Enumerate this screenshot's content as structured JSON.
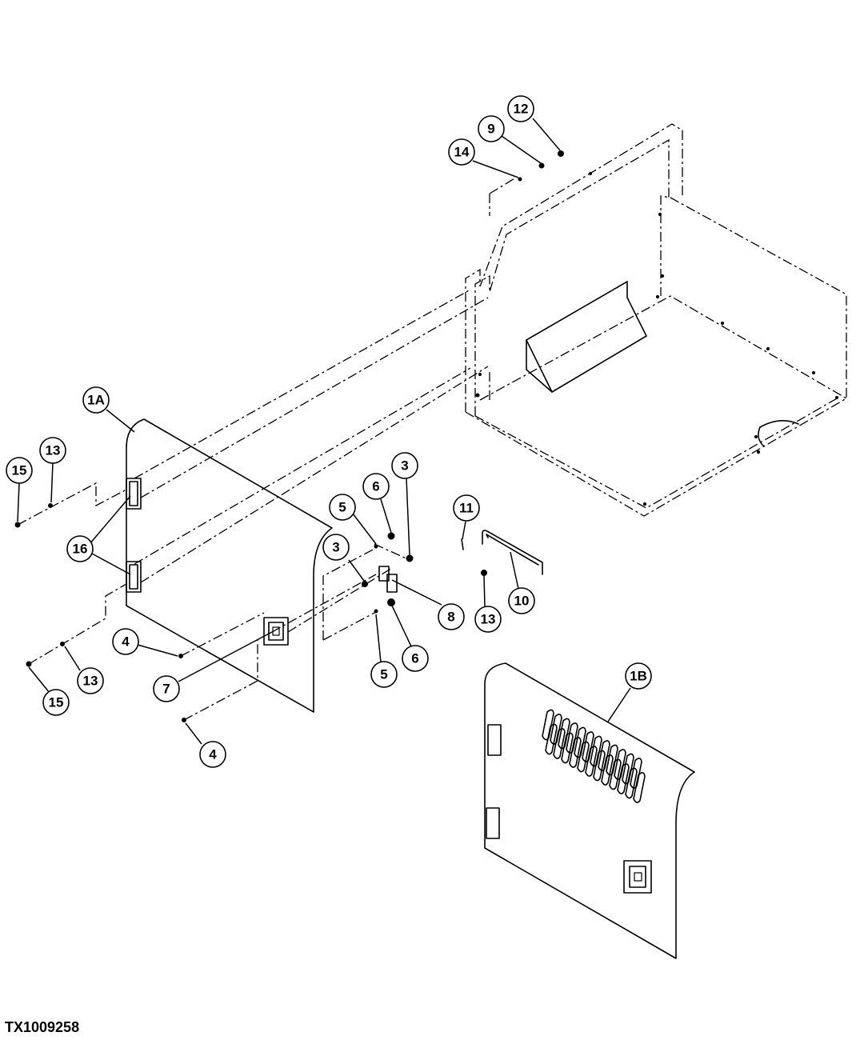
{
  "figure_id": "TX1009258",
  "callouts": [
    "1A",
    "1B",
    "3",
    "3",
    "4",
    "4",
    "5",
    "5",
    "6",
    "6",
    "7",
    "8",
    "9",
    "10",
    "11",
    "12",
    "13",
    "13",
    "13",
    "14",
    "15",
    "15",
    "16"
  ]
}
